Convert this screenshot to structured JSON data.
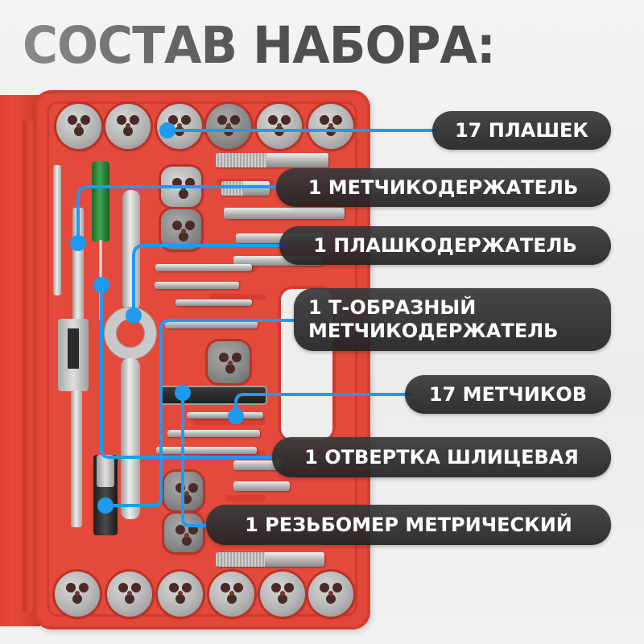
{
  "title": "СОСТАВ НАБОРА:",
  "colors": {
    "title_gray": "#4a4a4a",
    "case_red": "#e4473a",
    "connector_blue": "#1e9bf0",
    "pill_dark": "#2b2b2d",
    "pill_text": "#ffffff",
    "background": "#f0f0f1"
  },
  "labels": [
    {
      "id": "dies",
      "text": "17 ПЛАШЕК"
    },
    {
      "id": "tap-holder",
      "text": "1 МЕТЧИКОДЕРЖАТЕЛЬ"
    },
    {
      "id": "die-holder",
      "text": "1 ПЛАШКОДЕРЖАТЕЛЬ"
    },
    {
      "id": "t-tap-holder",
      "lines": [
        "1 Т-ОБРАЗНЫЙ",
        "МЕТЧИКОДЕРЖАТЕЛЬ"
      ]
    },
    {
      "id": "taps",
      "text": "17 МЕТЧИКОВ"
    },
    {
      "id": "screwdriver",
      "text": "1 ОТВЕРТКА ШЛИЦЕВАЯ"
    },
    {
      "id": "thread-gauge",
      "text": "1 РЕЗЬБОМЕР МЕТРИЧЕСКИЙ"
    }
  ],
  "product": {
    "icon": "tap-and-die-set-case-image"
  }
}
